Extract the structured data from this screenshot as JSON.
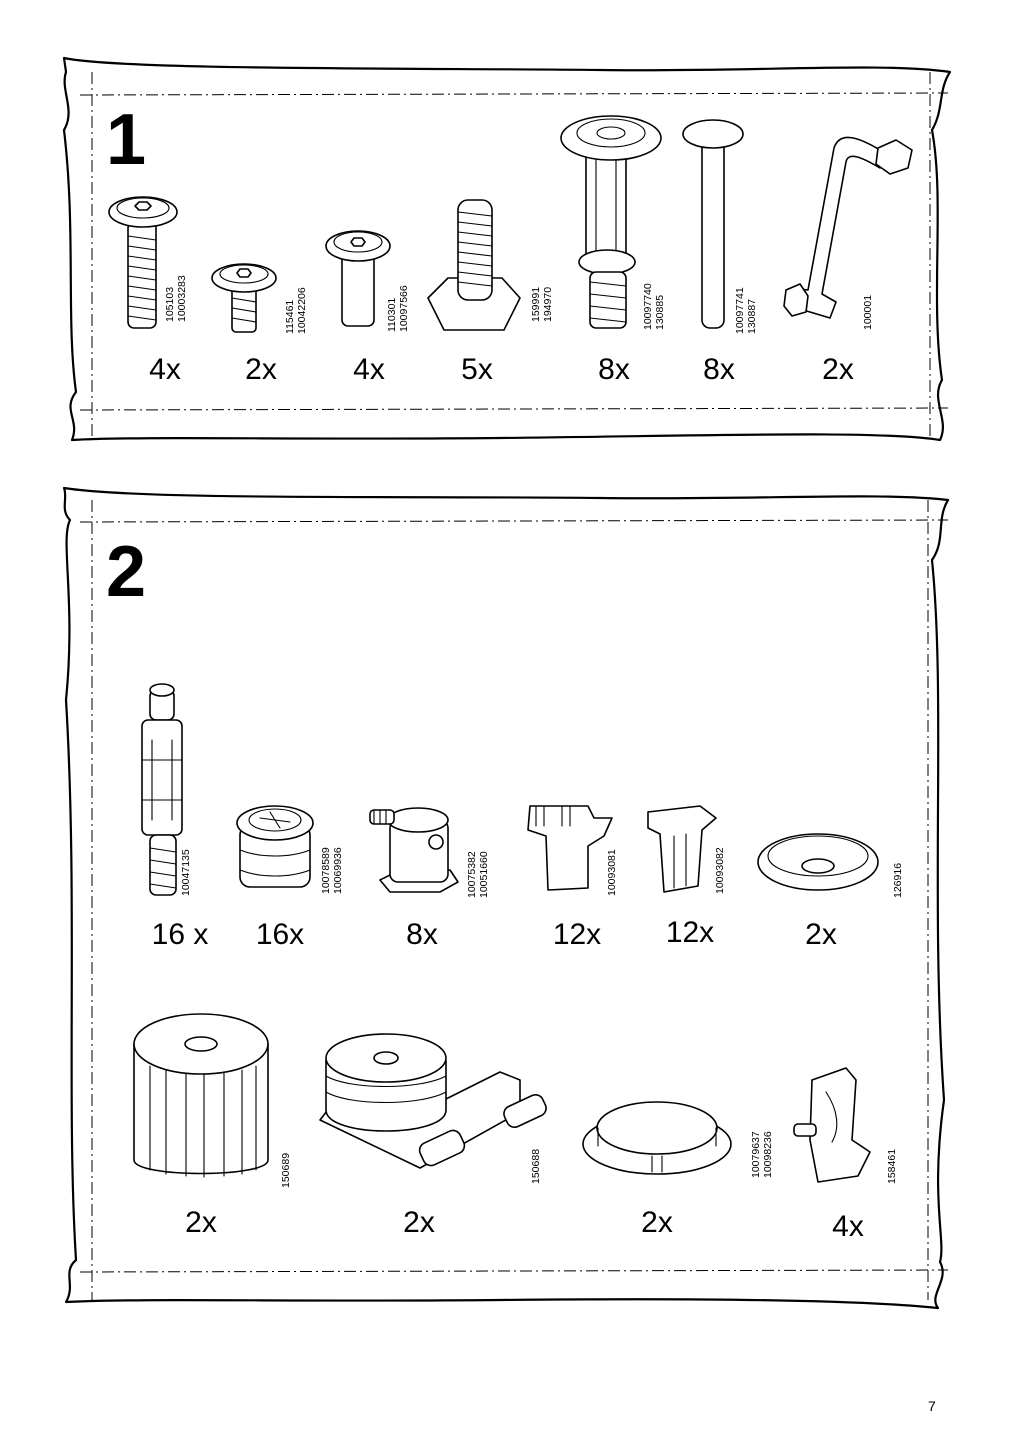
{
  "page_number": "7",
  "steps": [
    {
      "number": "1",
      "parts": [
        {
          "codes": [
            "105103",
            "10003283"
          ],
          "qty": "4x"
        },
        {
          "codes": [
            "115461",
            "10042206"
          ],
          "qty": "2x"
        },
        {
          "codes": [
            "110301",
            "10097566"
          ],
          "qty": "4x"
        },
        {
          "codes": [
            "159991",
            "194970"
          ],
          "qty": "5x"
        },
        {
          "codes": [
            "10097740",
            "130885"
          ],
          "qty": "8x"
        },
        {
          "codes": [
            "10097741",
            "130887"
          ],
          "qty": "8x"
        },
        {
          "codes": [
            "100001"
          ],
          "qty": "2x"
        }
      ]
    },
    {
      "number": "2",
      "parts": [
        {
          "codes": [
            "10047135"
          ],
          "qty": "16 x"
        },
        {
          "codes": [
            "10078589",
            "10069936"
          ],
          "qty": "16x"
        },
        {
          "codes": [
            "10075382",
            "10051660"
          ],
          "qty": "8x"
        },
        {
          "codes": [
            "10093081"
          ],
          "qty": "12x"
        },
        {
          "codes": [
            "10093082"
          ],
          "qty": "12x"
        },
        {
          "codes": [
            "126916"
          ],
          "qty": "2x"
        },
        {
          "codes": [
            "150689"
          ],
          "qty": "2x"
        },
        {
          "codes": [
            "150688"
          ],
          "qty": "2x"
        },
        {
          "codes": [
            "10079637",
            "10098236"
          ],
          "qty": "2x"
        },
        {
          "codes": [
            "158461"
          ],
          "qty": "4x"
        }
      ]
    }
  ]
}
